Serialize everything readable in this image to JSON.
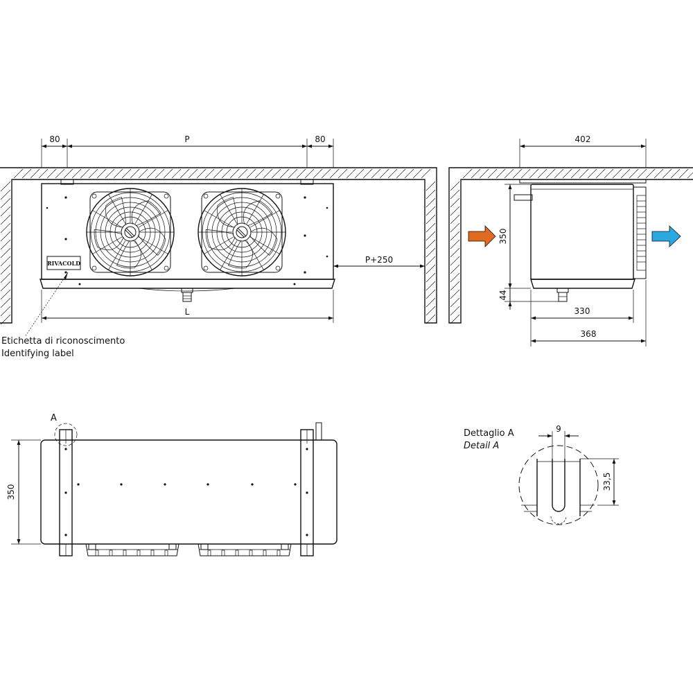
{
  "front_view": {
    "dim_left": "80",
    "dim_pitch": "P",
    "dim_right": "80",
    "dim_clearance": "P+250",
    "dim_length": "L",
    "brand_label": "RIVACOLD",
    "label_it": "Etichetta di riconoscimento",
    "label_en": "Identifying label"
  },
  "side_view": {
    "dim_top": "402",
    "dim_height": "350",
    "dim_drain": "44",
    "dim_depth": "330",
    "dim_total": "368",
    "air_in_color": "#e06a1f",
    "air_out_color": "#2aa8e0"
  },
  "bottom_view": {
    "detail_marker": "A",
    "dim_height": "350"
  },
  "detail": {
    "title_it": "Dettaglio A",
    "title_en": "Detail A",
    "dim_slot": "9",
    "dim_slot_depth": "33,5"
  }
}
